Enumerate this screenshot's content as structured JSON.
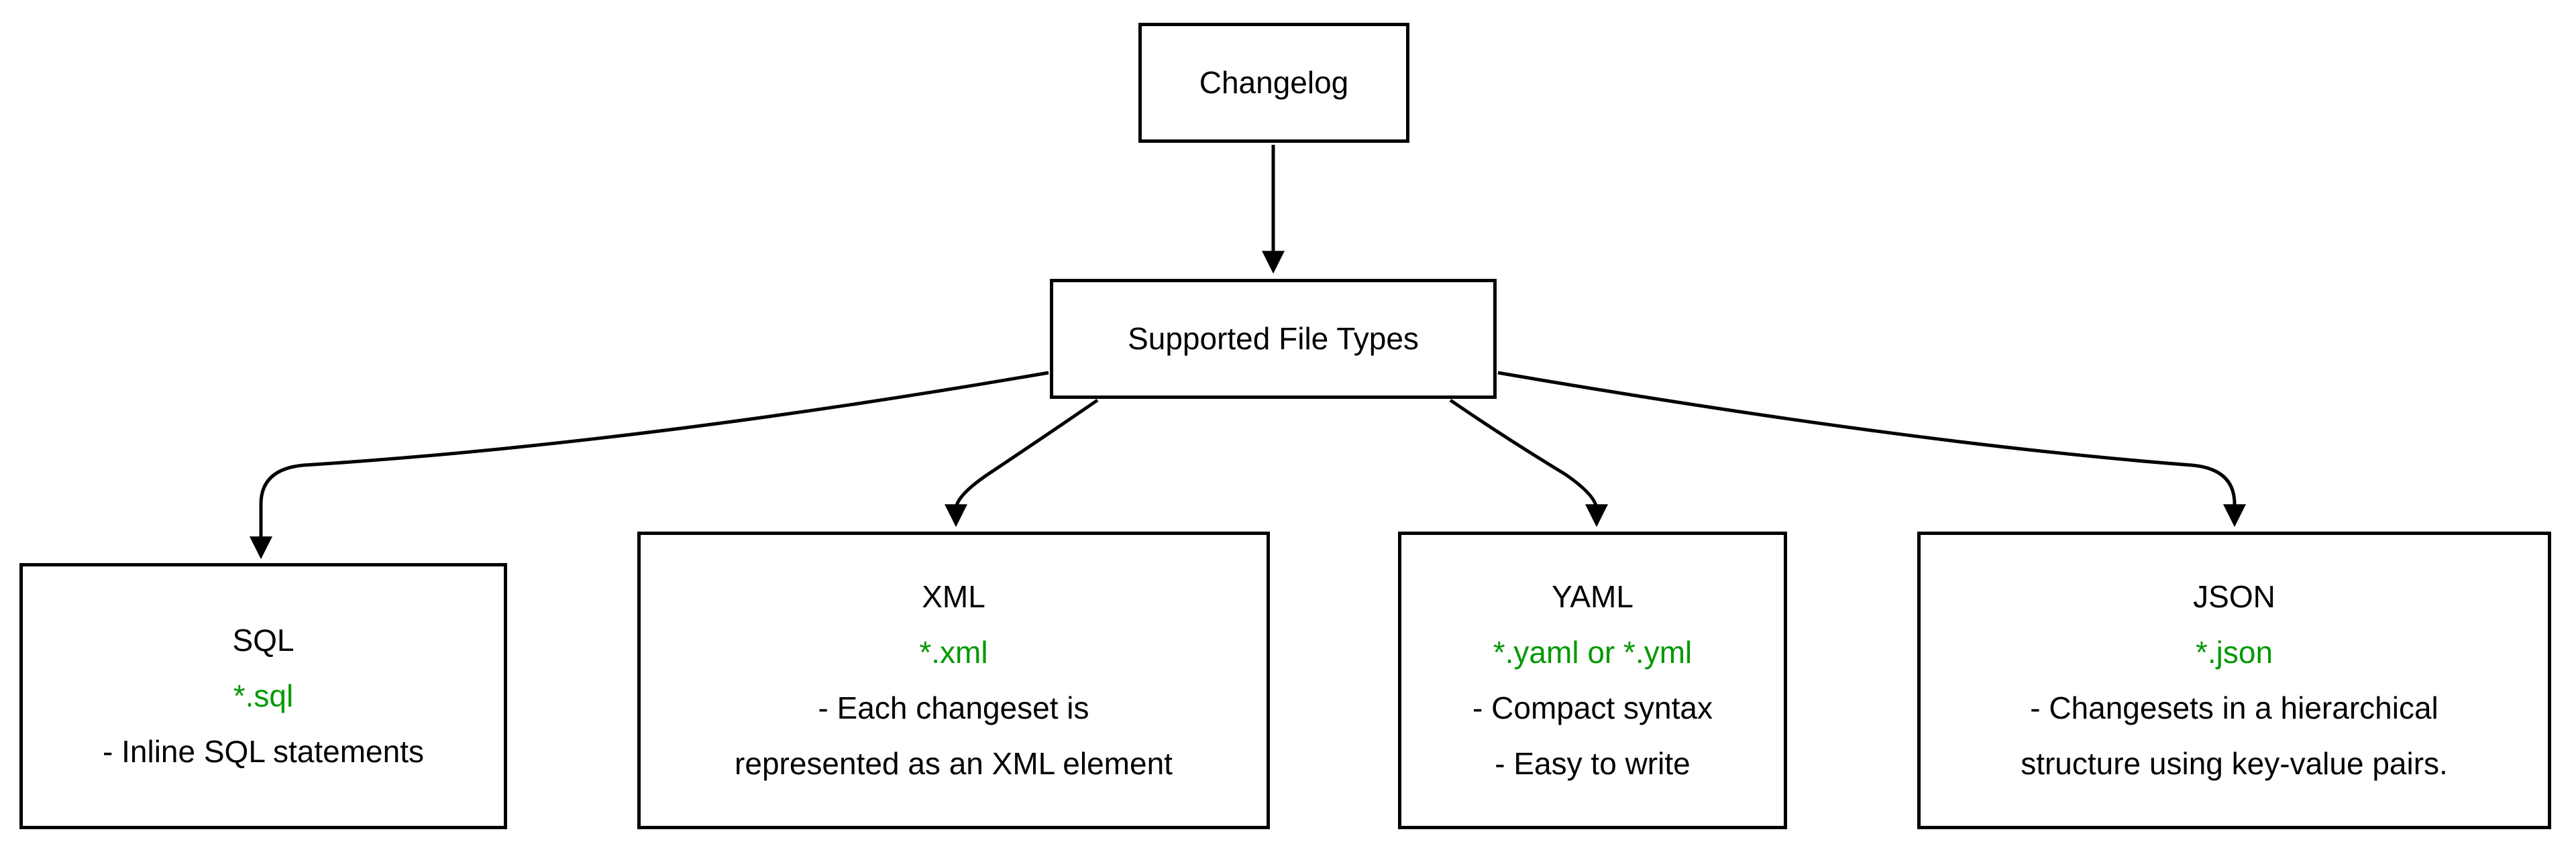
{
  "diagram": {
    "root": {
      "label": "Changelog"
    },
    "hub": {
      "label": "Supported File Types"
    },
    "nodes": [
      {
        "id": "sql",
        "title": "SQL",
        "ext": "*.sql",
        "lines": [
          "- Inline SQL statements"
        ]
      },
      {
        "id": "xml",
        "title": "XML",
        "ext": "*.xml",
        "lines": [
          "- Each changeset is",
          "represented as an XML element"
        ]
      },
      {
        "id": "yaml",
        "title": "YAML",
        "ext": "*.yaml or *.yml",
        "lines": [
          "- Compact syntax",
          "- Easy to write"
        ]
      },
      {
        "id": "json",
        "title": "JSON",
        "ext": "*.json",
        "lines": [
          "- Changesets in a hierarchical",
          "structure using key-value pairs."
        ]
      }
    ],
    "colors": {
      "ext_green": "#009900",
      "stroke": "#000000",
      "background": "#ffffff"
    }
  }
}
